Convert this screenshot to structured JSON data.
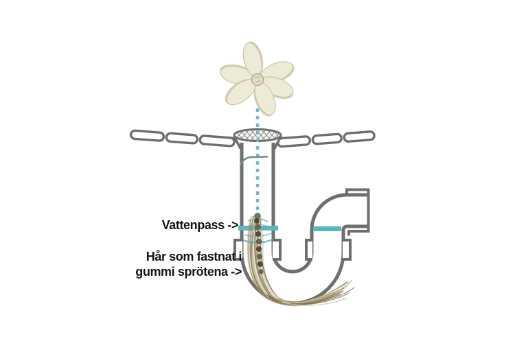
{
  "diagram": {
    "labels": {
      "water_level": "Vattenpass ->",
      "hair_line1": "Hår som fastnat i",
      "hair_line2": "gummi sprötena ->"
    },
    "colors": {
      "pipe_outline": "#6e6e6e",
      "water": "#58b7c3",
      "dotted_guide": "#5cb8c6",
      "petal": "#edead5",
      "petal_shadow": "#d5d1b3",
      "hair": "#9c8a60",
      "label_text": "#151515",
      "background": "#ffffff"
    }
  }
}
